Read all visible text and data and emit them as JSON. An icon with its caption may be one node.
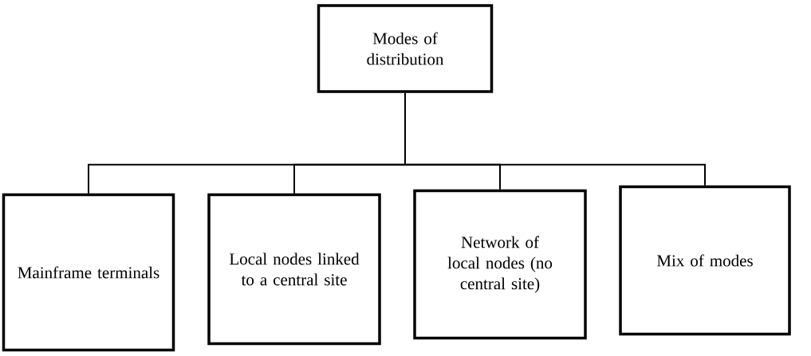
{
  "diagram": {
    "nodes": [
      {
        "text": [
          "Modes of distribution"
        ]
      },
      {
        "text": [
          "Mainframe terminals"
        ]
      },
      {
        "text": [
          "Local nodes linked to a central site"
        ]
      },
      {
        "text": [
          "Network of local nodes (no central site)"
        ]
      },
      {
        "text": [
          "Mix of modes"
        ]
      }
    ],
    "edges": [
      {
        "from": 0,
        "to": 1,
        "arrow": "none"
      },
      {
        "from": 0,
        "to": 2,
        "arrow": "none"
      },
      {
        "from": 0,
        "to": 3,
        "arrow": "none"
      },
      {
        "from": 0,
        "to": 4,
        "arrow": "none"
      }
    ]
  }
}
